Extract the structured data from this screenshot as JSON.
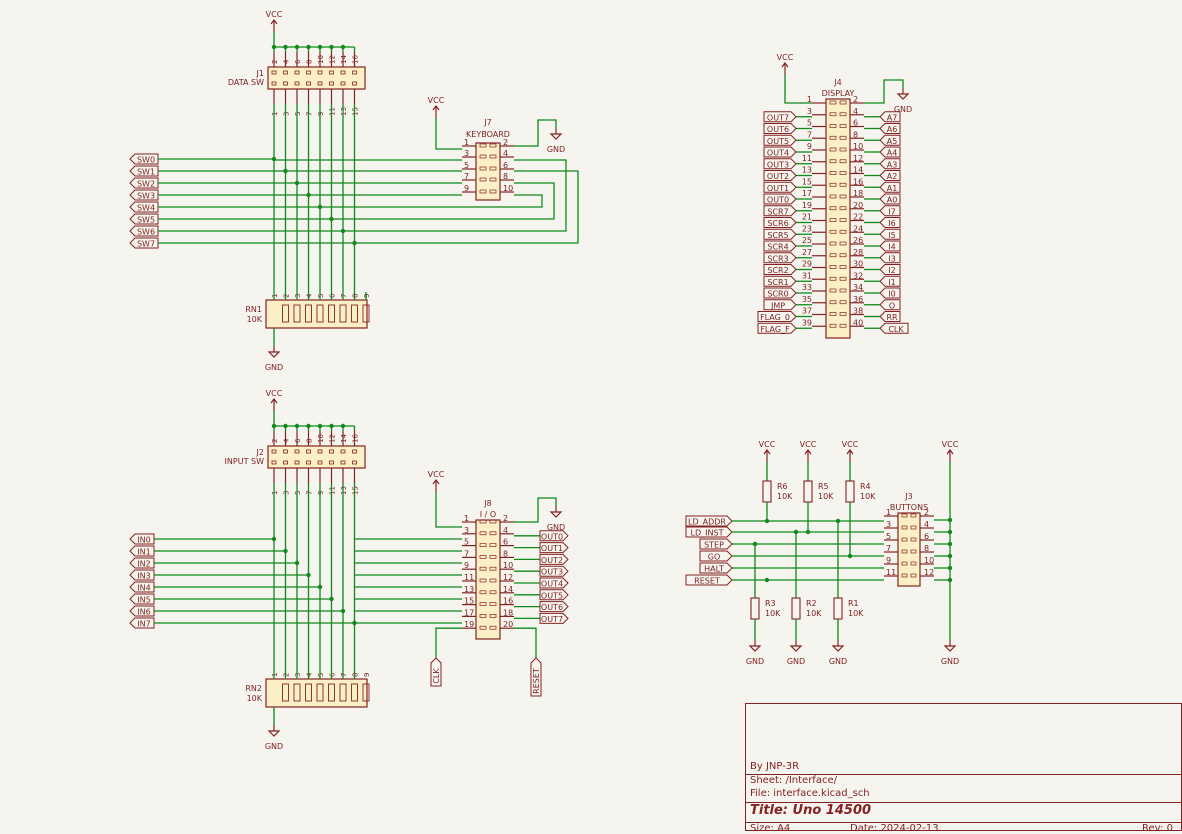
{
  "colors": {
    "wire": "#0f8a1b",
    "body": "#842222",
    "fill": "#fbf0c5",
    "bg": "#f5f4ef",
    "label": "#7a1f1f"
  },
  "power": {
    "vcc": "VCC",
    "gnd": "GND"
  },
  "j1": {
    "ref": "J1",
    "name": "DATA SW",
    "top_pins": [
      "2",
      "4",
      "6",
      "8",
      "10",
      "12",
      "14",
      "16"
    ],
    "bot_pins": [
      "1",
      "3",
      "5",
      "7",
      "9",
      "11",
      "13",
      "15"
    ]
  },
  "rn1": {
    "ref": "RN1",
    "value": "10K",
    "pins": [
      "1",
      "2",
      "3",
      "4",
      "5",
      "6",
      "7",
      "8",
      "9"
    ]
  },
  "j2": {
    "ref": "J2",
    "name": "INPUT SW",
    "top_pins": [
      "2",
      "4",
      "6",
      "8",
      "10",
      "12",
      "14",
      "16"
    ],
    "bot_pins": [
      "1",
      "3",
      "5",
      "7",
      "9",
      "11",
      "13",
      "15"
    ]
  },
  "rn2": {
    "ref": "RN2",
    "value": "10K",
    "pins": [
      "1",
      "2",
      "3",
      "4",
      "5",
      "6",
      "7",
      "8",
      "9"
    ]
  },
  "sw_labels": [
    "SW0",
    "SW1",
    "SW2",
    "SW3",
    "SW4",
    "SW5",
    "SW6",
    "SW7"
  ],
  "in_labels": [
    "IN0",
    "IN1",
    "IN2",
    "IN3",
    "IN4",
    "IN5",
    "IN6",
    "IN7"
  ],
  "j7": {
    "ref": "J7",
    "name": "KEYBOARD",
    "left_pins": [
      "1",
      "3",
      "5",
      "7",
      "9"
    ],
    "right_pins": [
      "2",
      "4",
      "6",
      "8",
      "10"
    ]
  },
  "j8": {
    "ref": "J8",
    "name": "I / O",
    "left_pins": [
      "1",
      "3",
      "5",
      "7",
      "9",
      "11",
      "13",
      "15",
      "17",
      "19"
    ],
    "right_pins": [
      "2",
      "4",
      "6",
      "8",
      "10",
      "12",
      "14",
      "16",
      "18",
      "20"
    ],
    "out_labels": [
      "OUT0",
      "OUT1",
      "OUT2",
      "OUT3",
      "OUT4",
      "OUT5",
      "OUT6",
      "OUT7"
    ],
    "clk": "CLK",
    "reset": "RESET"
  },
  "j4": {
    "ref": "J4",
    "name": "DISPLAY",
    "left_pins": [
      "1",
      "3",
      "5",
      "7",
      "9",
      "11",
      "13",
      "15",
      "17",
      "19",
      "21",
      "23",
      "25",
      "27",
      "29",
      "31",
      "33",
      "35",
      "37",
      "39"
    ],
    "right_pins": [
      "2",
      "4",
      "6",
      "8",
      "10",
      "12",
      "14",
      "16",
      "18",
      "20",
      "22",
      "24",
      "26",
      "28",
      "30",
      "32",
      "34",
      "36",
      "38",
      "40"
    ],
    "left_labels": [
      "OUT7",
      "OUT6",
      "OUT5",
      "OUT4",
      "OUT3",
      "OUT2",
      "OUT1",
      "OUT0",
      "SCR7",
      "SCR6",
      "SCR5",
      "SCR4",
      "SCR3",
      "SCR2",
      "SCR1",
      "SCR0",
      "JMP",
      "FLAG_0",
      "FLAG_F"
    ],
    "right_labels": [
      "A7",
      "A6",
      "A5",
      "A4",
      "A3",
      "A2",
      "A1",
      "A0",
      "I7",
      "I6",
      "I5",
      "I4",
      "I3",
      "I2",
      "I1",
      "I0",
      "O",
      "RR",
      "CLK"
    ]
  },
  "j3": {
    "ref": "J3",
    "name": "BUTTONS",
    "left_pins": [
      "1",
      "3",
      "5",
      "7",
      "9",
      "11"
    ],
    "right_pins": [
      "2",
      "4",
      "6",
      "8",
      "10",
      "12"
    ],
    "labels": [
      "LD_ADDR",
      "LD_INST",
      "STEP",
      "GO",
      "HALT",
      "RESET"
    ]
  },
  "resistors": [
    {
      "ref": "R6",
      "value": "10K"
    },
    {
      "ref": "R5",
      "value": "10K"
    },
    {
      "ref": "R4",
      "value": "10K"
    },
    {
      "ref": "R3",
      "value": "10K"
    },
    {
      "ref": "R2",
      "value": "10K"
    },
    {
      "ref": "R1",
      "value": "10K"
    }
  ],
  "title_block": {
    "author": "By JNP-3R",
    "sheet": "Sheet: /Interface/",
    "file": "File: interface.kicad_sch",
    "title": "Title: Uno 14500",
    "size": "Size: A4",
    "date": "Date: 2024-02-13",
    "rev": "Rev: 0"
  }
}
